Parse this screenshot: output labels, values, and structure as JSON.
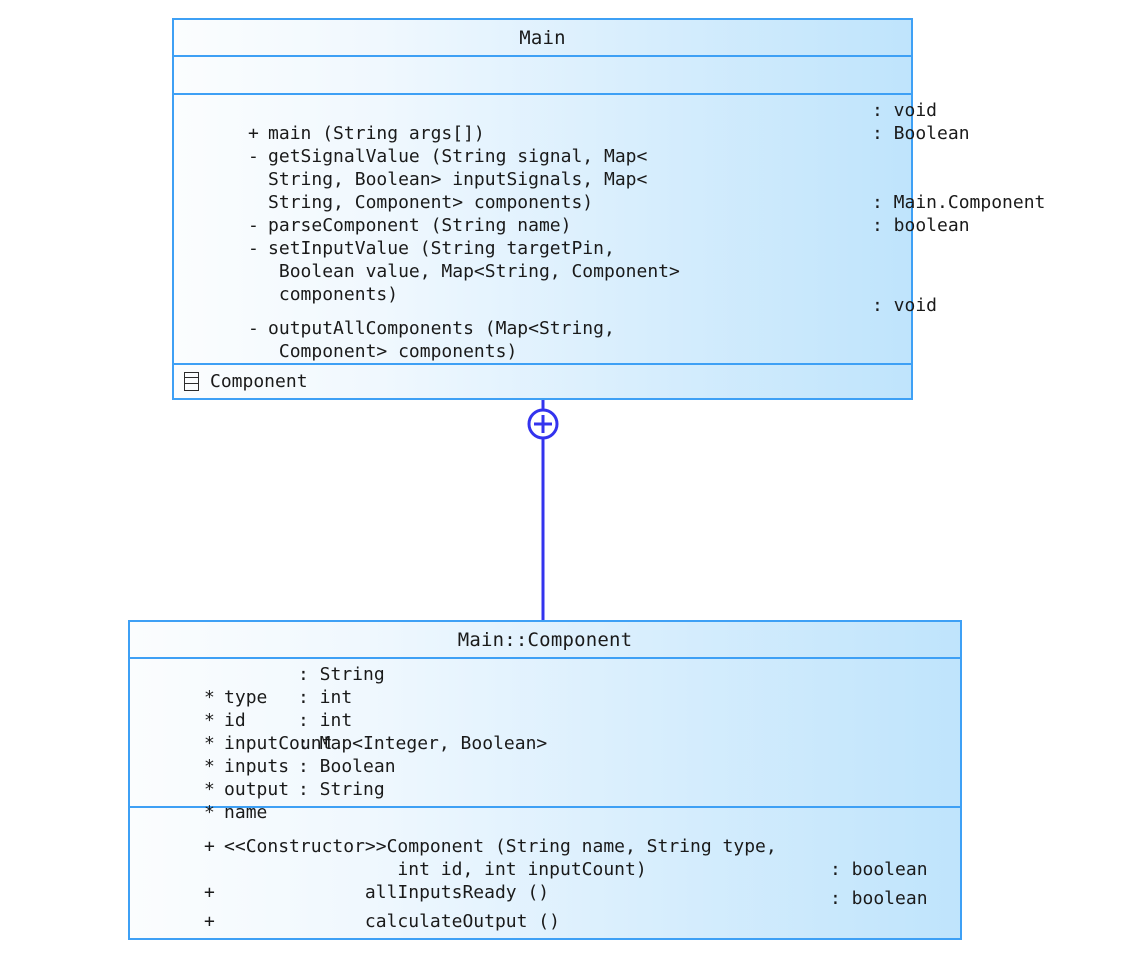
{
  "diagram": {
    "type": "uml-class-diagram",
    "accent_border": "#3ea0f5",
    "fill_light": "#fbfdfe",
    "fill_dark": "#bfe4fc",
    "connector_color": "#3333ee"
  },
  "main_class": {
    "title": "Main",
    "attributes": [],
    "methods": [
      {
        "visibility": "+",
        "signature": "main (String args[])",
        "return": ": void"
      },
      {
        "visibility": "-",
        "signature": "getSignalValue (String signal, Map<\nString, Boolean> inputSignals, Map<\nString, Component> components)",
        "return": ": Boolean"
      },
      {
        "visibility": "-",
        "signature": "parseComponent (String name)",
        "return": ": Main.Component"
      },
      {
        "visibility": "-",
        "signature": "setInputValue (String targetPin,\n Boolean value, Map<String, Component>\n components)",
        "return": ": boolean"
      },
      {
        "visibility": "-",
        "signature": "outputAllComponents (Map<String,\n Component> components)",
        "return": ": void"
      }
    ],
    "nested": {
      "icon": "class-glyph-icon",
      "label": "Component"
    }
  },
  "component_class": {
    "title": "Main::Component",
    "attributes": [
      {
        "visibility": "*",
        "name": "type",
        "type": ": String"
      },
      {
        "visibility": "*",
        "name": "id",
        "type": ": int"
      },
      {
        "visibility": "*",
        "name": "inputCount",
        "type": ": int"
      },
      {
        "visibility": "*",
        "name": "inputs",
        "type": ": Map<Integer, Boolean>"
      },
      {
        "visibility": "*",
        "name": "output",
        "type": ": Boolean"
      },
      {
        "visibility": "*",
        "name": "name",
        "type": ": String"
      }
    ],
    "methods": [
      {
        "visibility": "+",
        "signature": "<<Constructor>>Component (String name, String type,\n                int id, int inputCount)",
        "return": ""
      },
      {
        "visibility": "+",
        "signature": "             allInputsReady ()",
        "return": ": boolean"
      },
      {
        "visibility": "+",
        "signature": "             calculateOutput ()",
        "return": ": boolean"
      }
    ]
  },
  "connector": {
    "kind": "containment",
    "marker": "circle-plus-icon"
  }
}
